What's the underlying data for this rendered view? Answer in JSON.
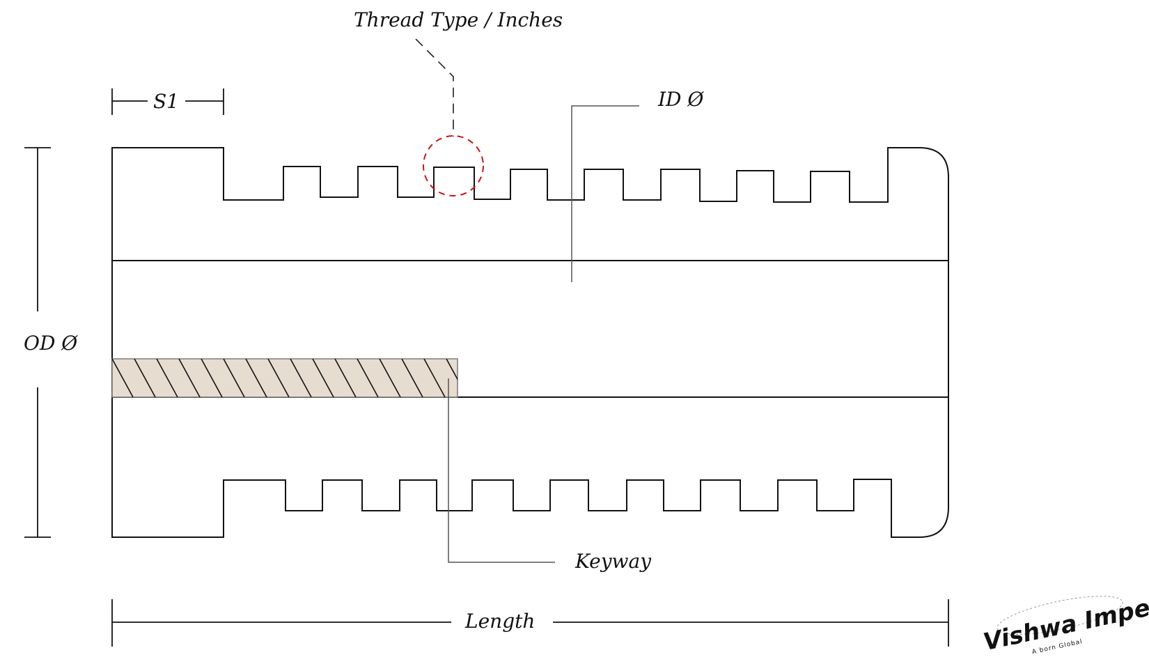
{
  "labels": {
    "thread_type": "Thread Type / Inches",
    "s1": "S1",
    "id": "ID Ø",
    "od": "OD Ø",
    "keyway": "Keyway",
    "length": "Length"
  },
  "logo": {
    "name": "Vishwa Impex",
    "tagline": "A born Global"
  },
  "colors": {
    "outline": "#111111",
    "leader": "#555555",
    "highlight": "#cc1111",
    "keyway_fill": "#e6ddd0"
  }
}
